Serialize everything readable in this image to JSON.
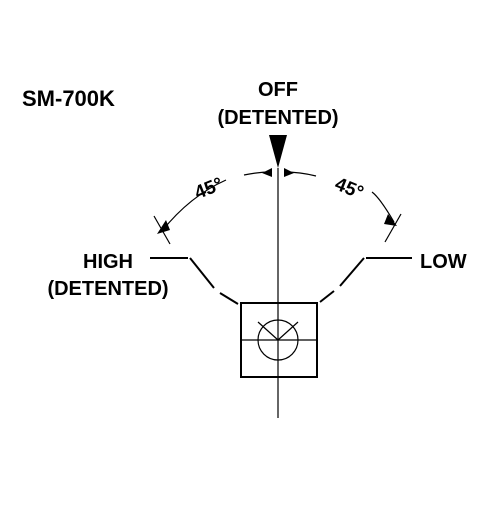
{
  "model": "SM-700K",
  "positions": {
    "off": {
      "line1": "OFF",
      "line2": "(DETENTED)"
    },
    "high": {
      "line1": "HIGH",
      "line2": "(DETENTED)"
    },
    "low": {
      "line1": "LOW"
    }
  },
  "angles": {
    "left": "45°",
    "right": "45°"
  }
}
